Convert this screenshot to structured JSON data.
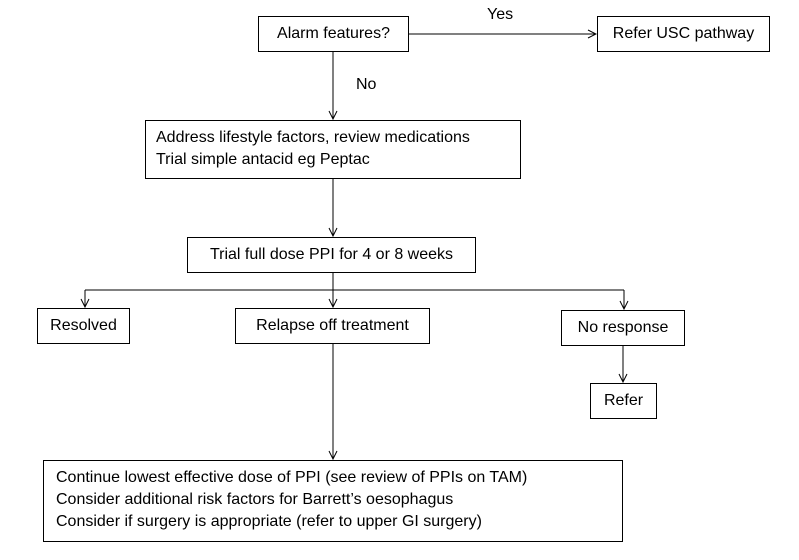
{
  "nodes": {
    "alarm": {
      "text": "Alarm features?"
    },
    "refer_usc": {
      "text": "Refer USC pathway"
    },
    "lifestyle": {
      "lines": [
        "Address lifestyle factors, review medications",
        "Trial simple antacid eg Peptac"
      ]
    },
    "ppi_trial": {
      "text": "Trial full dose PPI for 4 or 8 weeks"
    },
    "resolved": {
      "text": "Resolved"
    },
    "relapse": {
      "text": "Relapse off treatment"
    },
    "no_response": {
      "text": "No response"
    },
    "refer": {
      "text": "Refer"
    },
    "continue": {
      "lines": [
        "Continue lowest effective dose of PPI  (see review of PPIs on TAM)",
        "Consider additional risk factors for Barrett’s oesophagus",
        "Consider if surgery is appropriate (refer to upper GI surgery)"
      ]
    }
  },
  "edges": {
    "yes_label": "Yes",
    "no_label": "No"
  },
  "colors": {
    "stroke": "#000000",
    "background": "#ffffff"
  }
}
